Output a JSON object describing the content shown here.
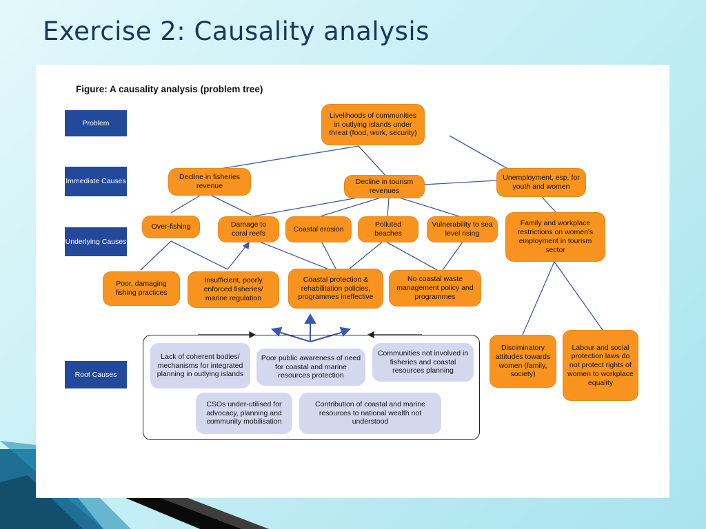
{
  "slide": {
    "title": "Exercise 2: Causality analysis"
  },
  "figure": {
    "title": "Figure: A causality analysis (problem tree)",
    "row_labels": {
      "problem": "Problem",
      "immediate": "Immediate Causes",
      "underlying": "Underlying Causes",
      "root": "Root Causes"
    },
    "problem": "Livelihoods of communities in outlying islands under threat (food, work, security)",
    "immediate": {
      "fisheries": "Decline in fisheries revenue",
      "tourism": "Decline in tourism revenues",
      "unemployment": "Unemployment, esp. for youth and women"
    },
    "underlying": {
      "overfishing": "Over-fishing",
      "coral": "Damage to coral reefs",
      "erosion": "Coastal erosion",
      "polluted": "Polluted beaches",
      "vulnerability": "Vulnerability to sea level rising",
      "family": "Family and workplace restrictions on women's employment in tourism sector"
    },
    "lower": {
      "poor_practices": "Poor, damaging fishing practices",
      "insufficient": "Insufficient, poorly enforced fisheries/ marine regulation",
      "coastal_protection": "Coastal protection & rehabilitation policies, programmes ineffective",
      "waste": "No coastal waste management policy and programmes",
      "discriminatory": "Disciminatory attitudes towards women (family, society)",
      "labour": "Labour and social protection laws do not protect rights of women to workplace equality"
    },
    "root": {
      "coherent": "Lack of coherent bodies/ mechanisms for integrated planning in outlying islands",
      "awareness": "Poor public awareness of need for coastal and marine resources protection",
      "communities": "Communities not involved in fisheries and coastal resources planning",
      "csos": "CSOs under-utilised for advocacy, planning and community mobilisation",
      "contribution": "Contribution of coastal and marine resources to national wealth not understood"
    }
  },
  "colors": {
    "title": "#17375e",
    "label_fill": "#23499a",
    "node_fill": "#f7931e",
    "root_fill": "#d3d8ee",
    "link": "#3a5ba8"
  }
}
